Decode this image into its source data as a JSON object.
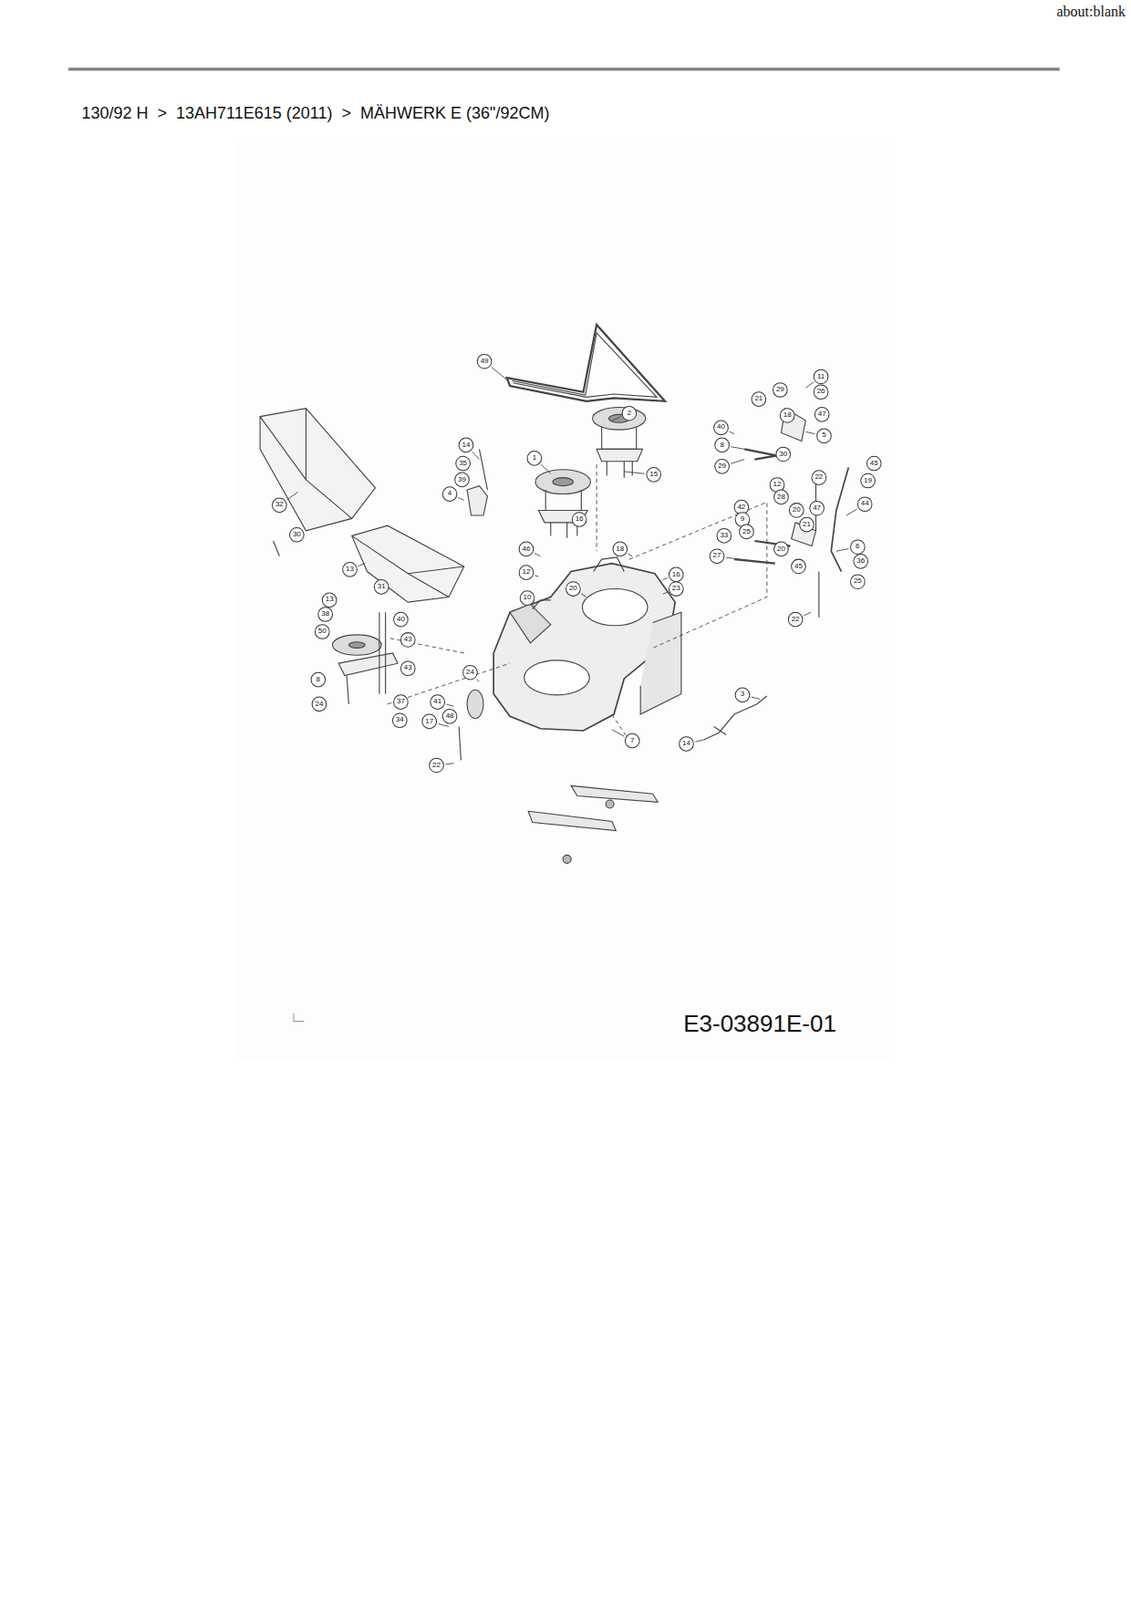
{
  "diagram": {
    "title": "130/92 H  >  13AH711E615 (2011)  >  MÄHWERK E (36\"/92CM)",
    "labels": [
      "about:blank",
      "49",
      "2",
      "11",
      "29",
      "26",
      "21",
      "18",
      "47",
      "40",
      "5",
      "8",
      "30",
      "29",
      "15",
      "22",
      "45",
      "19",
      "14",
      "35",
      "39",
      "4",
      "1",
      "16",
      "44",
      "12",
      "28",
      "42",
      "20",
      "47",
      "9",
      "21",
      "33",
      "25",
      "20",
      "6",
      "27",
      "45",
      "36",
      "25",
      "32",
      "30",
      "13",
      "31",
      "46",
      "12",
      "18",
      "16",
      "23",
      "10",
      "20",
      "13",
      "38",
      "50",
      "40",
      "43",
      "8",
      "24",
      "43",
      "37",
      "34",
      "22",
      "24",
      "41",
      "48",
      "17",
      "22",
      "7",
      "3",
      "14",
      "E3-03891E-01"
    ]
  }
}
